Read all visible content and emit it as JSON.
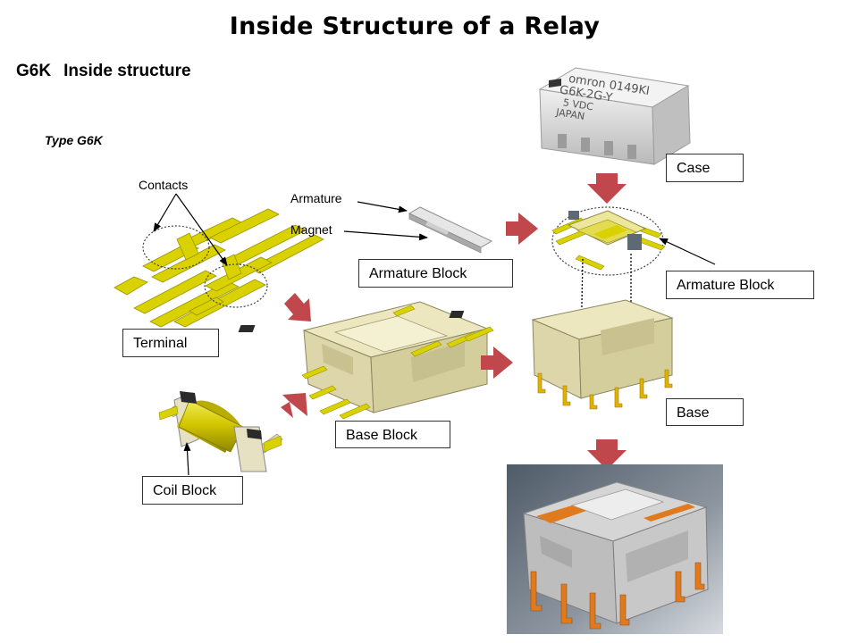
{
  "title": "Inside Structure of a Relay",
  "subtitle": {
    "part": "G6K",
    "text": "Inside structure"
  },
  "type_label": "Type G6K",
  "callouts": {
    "contacts": "Contacts",
    "armature": "Armature",
    "magnet": "Magnet"
  },
  "boxes": {
    "terminal": "Terminal",
    "coil_block": "Coil Block",
    "base_block": "Base Block",
    "armature_block_left": "Armature Block",
    "armature_block_right": "Armature Block",
    "case": "Case",
    "base": "Base"
  },
  "case_marking": {
    "line1": "omron 0149KI",
    "line2": "G6K-2G-Y",
    "line3": "5  VDC",
    "line4": "JAPAN"
  },
  "colors": {
    "arrow": "#c0474b",
    "terminal_yellow": "#d9d200",
    "coil_yellow": "#d4c800",
    "base_cream": "#ece7bf",
    "case_gray": "#d8d8d8",
    "render_bg": "#707a86",
    "pin_orange": "#e07a1e"
  }
}
